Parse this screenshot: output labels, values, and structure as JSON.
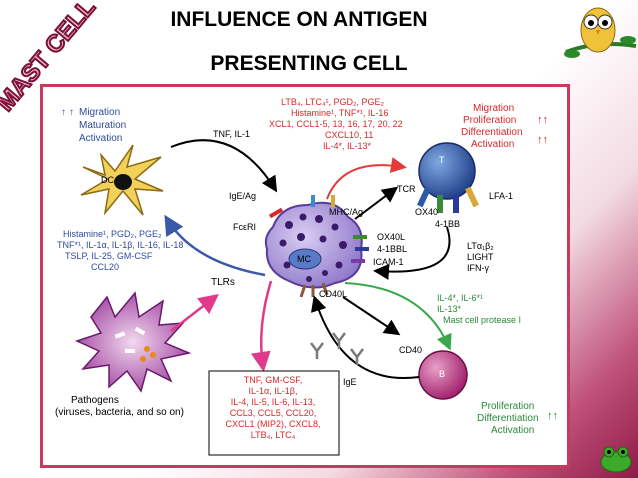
{
  "logo": {
    "text": "MAST CELL"
  },
  "title": {
    "line1": "INFLUENCE ON ANTIGEN",
    "line2": "PRESENTING CELL"
  },
  "dc": {
    "label": "DC",
    "effects": [
      "Migration",
      "Maturation",
      "Activation"
    ],
    "mediators": [
      "Histamine¹, PGD₂, PGE₂",
      "TNF*¹, IL-1α, IL-1β, IL-16, IL-18",
      "TSLP, IL-25, GM-CSF",
      "CCL20"
    ],
    "arrow_label": "TNF, IL-1"
  },
  "mc": {
    "label": "MC",
    "receptors": {
      "ige_ag": "IgE/Ag",
      "fceri": "FcεRI",
      "mhc_ag": "MHC/Ag",
      "ox40l": "OX40L",
      "bbl": "4-1BBL",
      "icam": "ICAM-1",
      "cd40l": "CD40L",
      "tlrs": "TLRs"
    },
    "pathogen_mediators": [
      "TNF, GM-CSF,",
      "IL-1α, IL-1β,",
      "IL-4, IL-5, IL-6, IL-13,",
      "CCL3, CCL5, CCL20,",
      "CXCL1 (MIP2), CXCL8,",
      "LTB₄, LTC₄"
    ]
  },
  "tcell": {
    "label": "T",
    "mediators": [
      "LTB₄, LTC₄¹, PGD₂, PGE₂",
      "Histamine¹, TNF*¹, IL-16",
      "XCL1, CCL1-5, 13, 16, 17, 20, 22",
      "CXCL10, 11",
      "IL-4*, IL-13*"
    ],
    "effects": [
      "Migration",
      "Proliferation",
      "Differentiation",
      "Activation"
    ],
    "receptors": {
      "tcr": "TCR",
      "ox40": "OX40",
      "bb": "4-1BB",
      "lfa": "LFA-1"
    },
    "feedback": [
      "LTα₁β₂",
      "LIGHT",
      "IFN-γ"
    ]
  },
  "bcell": {
    "label": "B",
    "receptor": "CD40",
    "mediators": [
      "IL-4*, IL-6*¹",
      "IL-13*",
      "Mast cell protease I"
    ],
    "effects": [
      "Proliferation",
      "Differentiation",
      "Activation"
    ],
    "ige": "IgE"
  },
  "pathogens": {
    "label": "Pathogens",
    "sublabel": "(viruses, bacteria, and so on)"
  },
  "colors": {
    "red": "#d8282a",
    "blue": "#2f4a9a",
    "green": "#2a8a3a",
    "border": "#c9385f"
  }
}
